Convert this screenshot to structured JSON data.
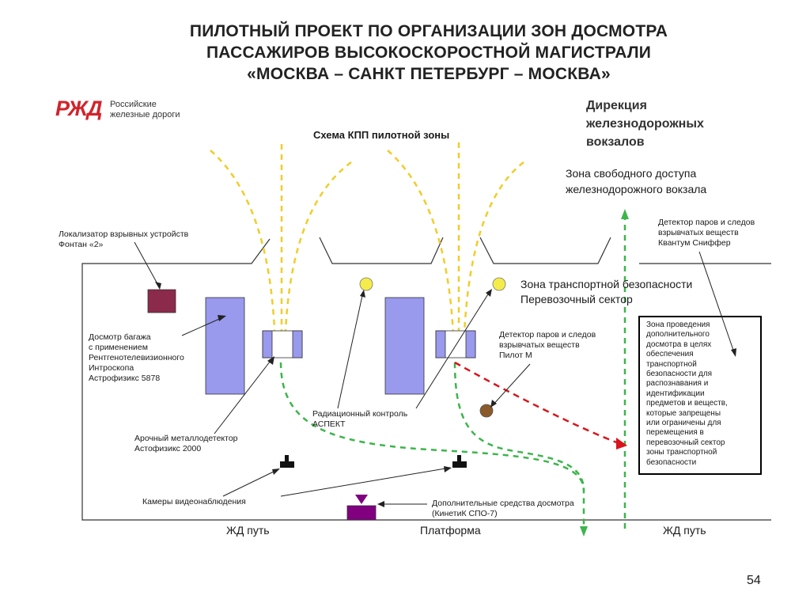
{
  "title": {
    "line1": "ПИЛОТНЫЙ ПРОЕКТ ПО ОРГАНИЗАЦИИ ЗОН ДОСМОТРА",
    "line2": "ПАССАЖИРОВ ВЫСОКОСКОРОСТНОЙ МАГИСТРАЛИ",
    "line3": "«МОСКВА – САНКТ ПЕТЕРБУРГ – МОСКВА»"
  },
  "logo": {
    "mark": "РЖД",
    "line1": "Российские",
    "line2": "железные дороги",
    "color": "#d2232a"
  },
  "directorate": {
    "line1": "Дирекция",
    "line2": "железнодорожных",
    "line3": "вокзалов"
  },
  "scheme_title": "Схема КПП пилотной зоны",
  "zones": {
    "free_access_1": "Зона свободного доступа",
    "free_access_2": "железнодорожного вокзала",
    "transport_1": "Зона транспортной безопасности",
    "transport_2": "Перевозочный сектор"
  },
  "labels": {
    "locator_1": "Локализатор взрывных устройств",
    "locator_2": "Фонтан «2»",
    "baggage_1": "Досмотр багажа",
    "baggage_2": "с применением",
    "baggage_3": "Рентгенотелевизионного",
    "baggage_4": "Интроскопа",
    "baggage_5": "Астрофизикс 5878",
    "arch_1": "Арочный металлодетектор",
    "arch_2": "Астофизикс 2000",
    "cameras": "Камеры видеонаблюдения",
    "radiation_1": "Радиационный контроль",
    "radiation_2": "АСПЕКТ",
    "pilot_1": "Детектор паров и следов",
    "pilot_2": "взрывчатых веществ",
    "pilot_3": "Пилот М",
    "sniffer_1": "Детектор паров и следов",
    "sniffer_2": "взрывчатых веществ",
    "sniffer_3": "Квантум Сниффер",
    "extra_1": "Дополнительные средства досмотра",
    "extra_2": "(КинетиК СПО-7)"
  },
  "box": {
    "l1": "Зона проведения",
    "l2": "дополнительного",
    "l3": "досмотра в целях",
    "l4": "обеспечения",
    "l5": "транспортной",
    "l6": "безопасности для",
    "l7": "распознавания и",
    "l8": "идентификации",
    "l9": "предметов и веществ,",
    "l10": "которые запрещены",
    "l11": "или ограничены для",
    "l12": "перемещения в",
    "l13": "перевозочный сектор",
    "l14": "зоны транспортной",
    "l15": "безопасности"
  },
  "bottom": {
    "track_left": "ЖД путь",
    "platform": "Платформа",
    "track_right": "ЖД путь"
  },
  "page_number": "54",
  "colors": {
    "yellow_path": "#f2cc2a",
    "green_path": "#3cb54a",
    "red_path": "#d9141b",
    "equipment": "#9999ee",
    "locator": "#8b2a4a",
    "sensor_yellow": "#f4ec4a",
    "sensor_brown": "#8b5a2b",
    "sensor_blue": "#2f6fd0",
    "extra_device": "#800080"
  }
}
